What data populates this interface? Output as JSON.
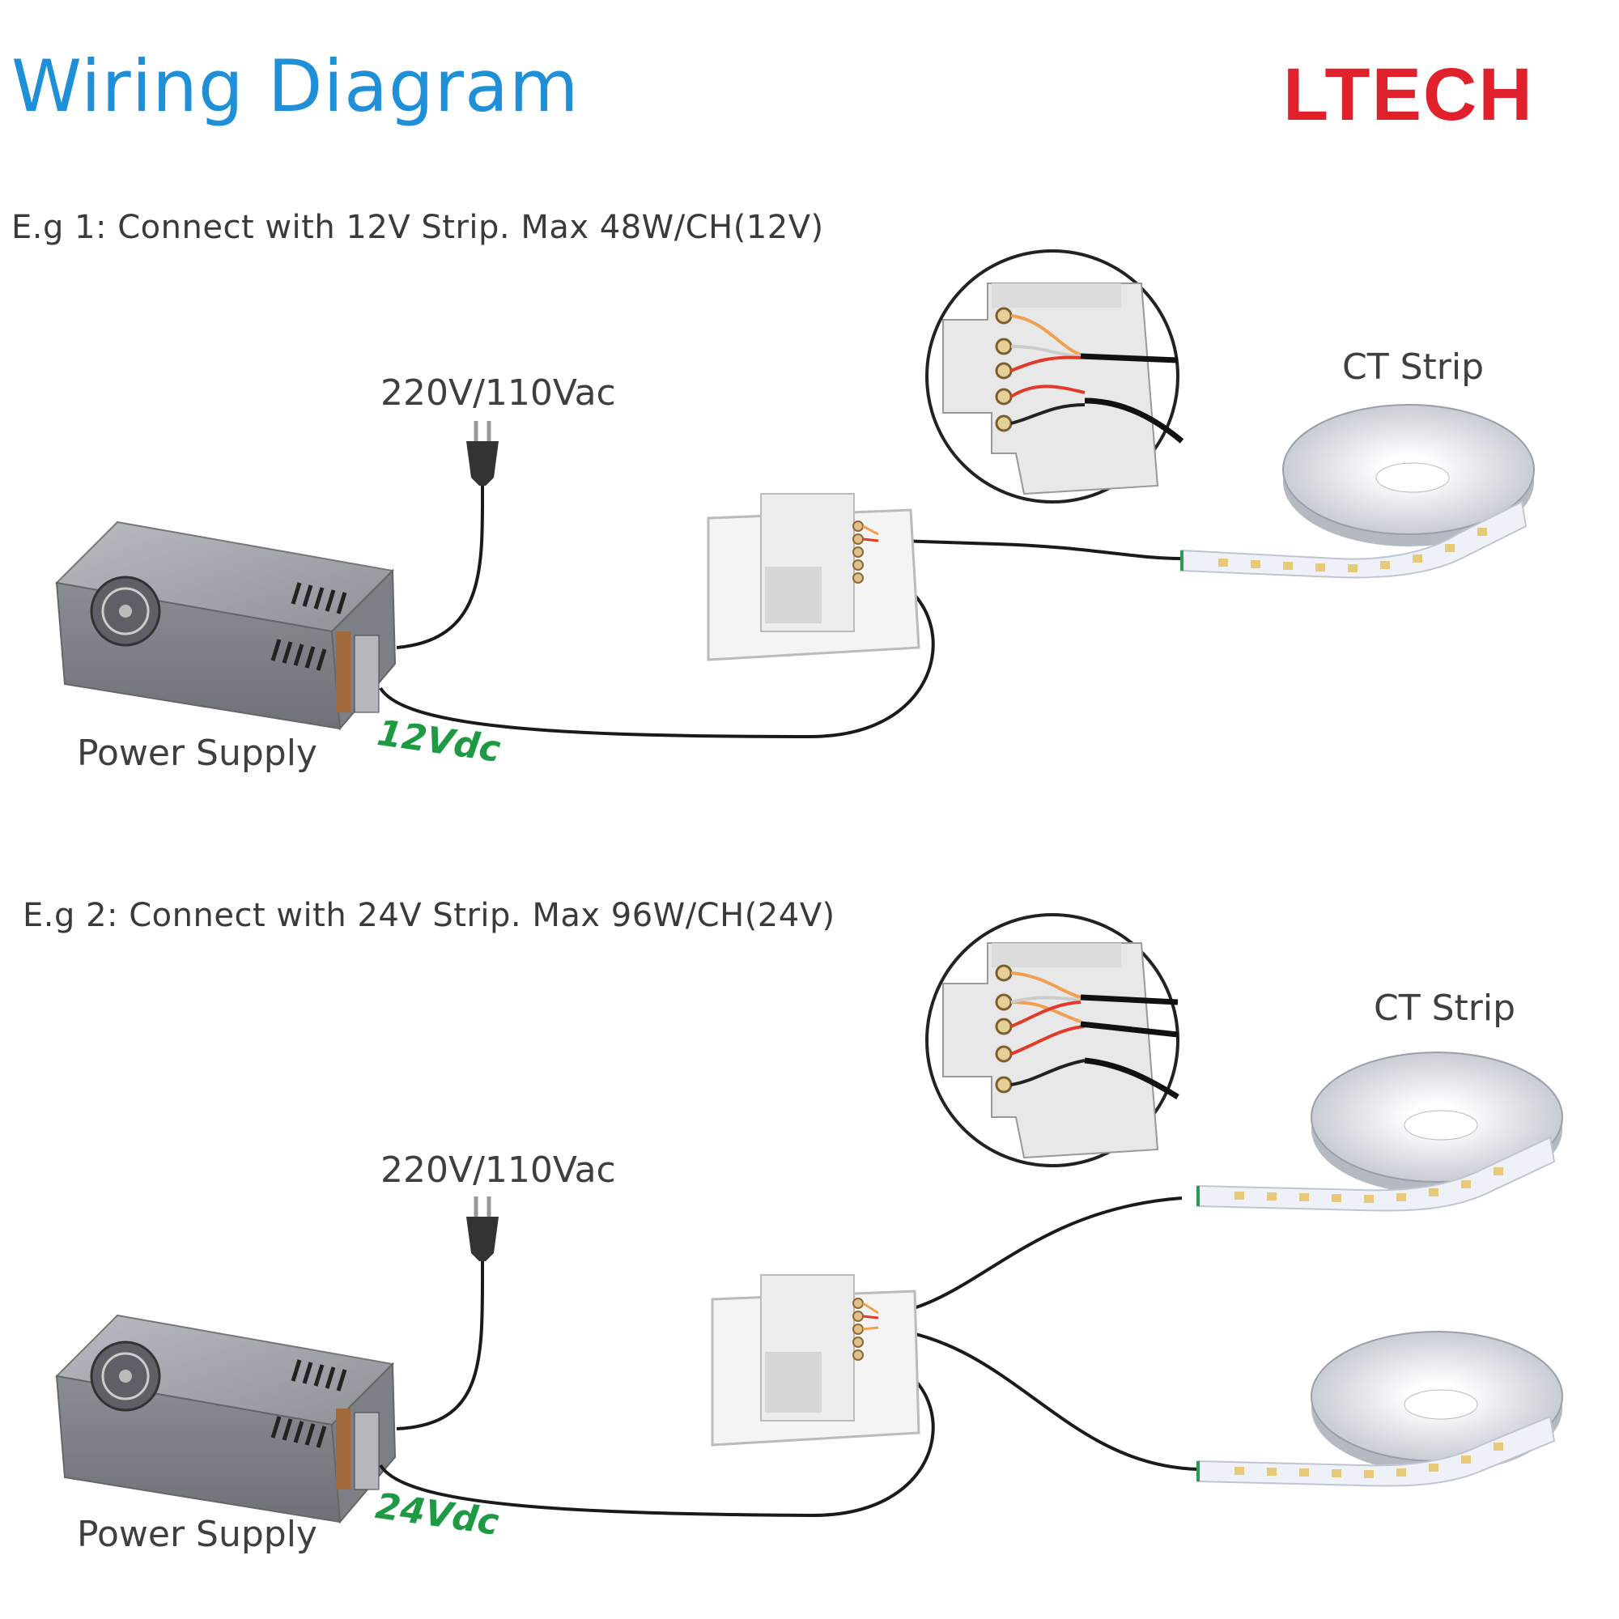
{
  "header": {
    "title": "Wiring Diagram",
    "brand": "LTECH"
  },
  "colors": {
    "title": "#1f8fd8",
    "brand": "#e0202b",
    "voltage_label": "#1e9a45",
    "wire_black": "#1a1a1a",
    "wire_red": "#e23a2a",
    "wire_orange": "#f0a050"
  },
  "examples": [
    {
      "title": "E.g 1: Connect with 12V Strip. Max 48W/CH(12V)",
      "mains_label": "220V/110Vac",
      "power_supply_label": "Power Supply",
      "dc_voltage_label": "12Vdc",
      "strip_labels": [
        "CT Strip"
      ]
    },
    {
      "title": "E.g 2: Connect with 24V Strip. Max 96W/CH(24V)",
      "mains_label": "220V/110Vac",
      "power_supply_label": "Power Supply",
      "dc_voltage_label": "24Vdc",
      "strip_labels": [
        "CT Strip"
      ]
    }
  ]
}
